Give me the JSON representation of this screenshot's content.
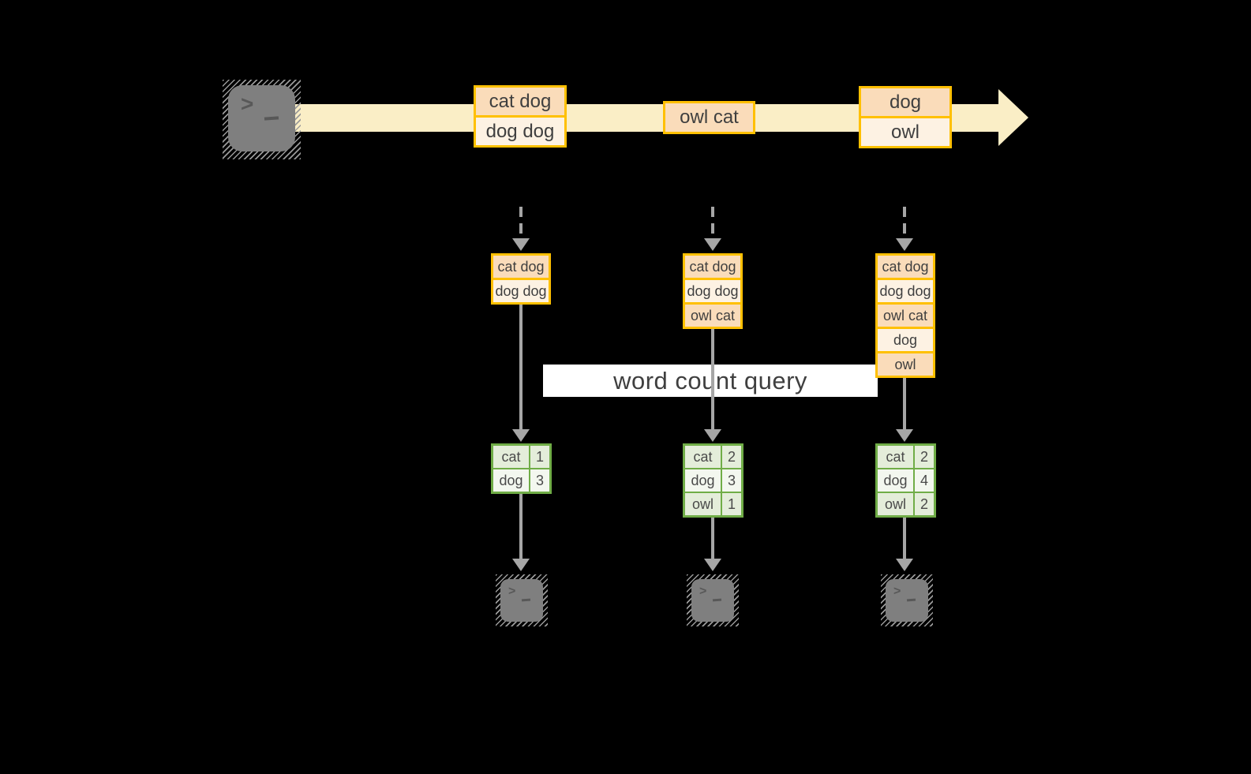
{
  "query_label": "word count query",
  "prompt": {
    "chevron": ">"
  },
  "stream": {
    "batches": [
      {
        "items": [
          "cat dog",
          "dog dog"
        ]
      },
      {
        "items": [
          "owl cat"
        ]
      },
      {
        "items": [
          "dog",
          "owl"
        ]
      }
    ]
  },
  "columns": [
    {
      "state": [
        "cat dog",
        "dog dog"
      ],
      "counts": [
        {
          "word": "cat",
          "count": "1"
        },
        {
          "word": "dog",
          "count": "3"
        }
      ]
    },
    {
      "state": [
        "cat dog",
        "dog dog",
        "owl cat"
      ],
      "counts": [
        {
          "word": "cat",
          "count": "2"
        },
        {
          "word": "dog",
          "count": "3"
        },
        {
          "word": "owl",
          "count": "1"
        }
      ]
    },
    {
      "state": [
        "cat dog",
        "dog dog",
        "owl cat",
        "dog",
        "owl"
      ],
      "counts": [
        {
          "word": "cat",
          "count": "2"
        },
        {
          "word": "dog",
          "count": "4"
        },
        {
          "word": "owl",
          "count": "2"
        }
      ]
    }
  ],
  "colors": {
    "background": "#000000",
    "stream_band": "#FAEEC6",
    "orange_border": "#FFC000",
    "peach_dark": "#FADCBA",
    "peach_light": "#FDF2E3",
    "green_border": "#70AD47",
    "green_cell": "#E4EDDA",
    "green_cell_light": "#F3F7EF",
    "arrow_gray": "#A6A6A6",
    "terminal_gray": "#7F7F7F",
    "query_band_bg": "#FFFFFF",
    "text": "#3F3F3F"
  }
}
